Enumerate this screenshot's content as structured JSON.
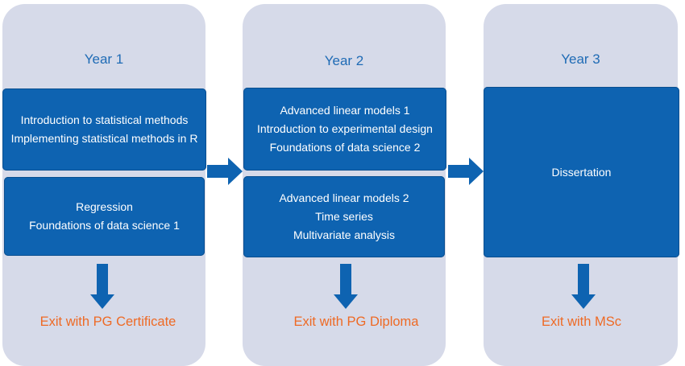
{
  "years": [
    {
      "label": "Year 1",
      "groups": [
        [
          "Introduction to statistical methods",
          "Implementing statistical methods in R"
        ],
        [
          "Regression",
          "Foundations of data science 1"
        ]
      ],
      "exit": "Exit with PG Certificate"
    },
    {
      "label": "Year 2",
      "groups": [
        [
          "Advanced linear models 1",
          "Introduction to experimental design",
          "Foundations of data science 2"
        ],
        [
          "Advanced linear models 2",
          "Time series",
          "Multivariate analysis"
        ]
      ],
      "exit": "Exit with PG Diploma"
    },
    {
      "label": "Year 3",
      "groups": [
        [
          "Dissertation"
        ]
      ],
      "exit": "Exit with MSc"
    }
  ],
  "colors": {
    "column": "#d6dae9",
    "box": "#0e63b1",
    "year_text": "#1f6bb5",
    "exit_text": "#ee6a25"
  }
}
